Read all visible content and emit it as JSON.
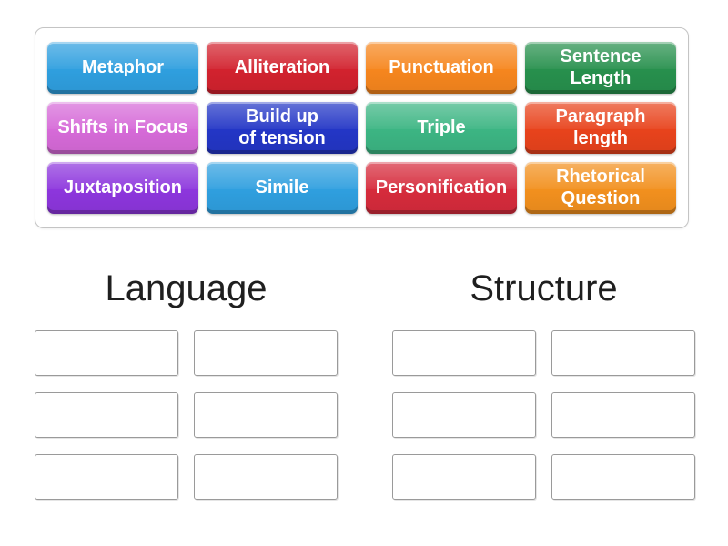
{
  "tray": {
    "tiles": [
      {
        "label": "Metaphor",
        "color": "#2f9fdf"
      },
      {
        "label": "Alliteration",
        "color": "#d2222e"
      },
      {
        "label": "Punctuation",
        "color": "#f6861e"
      },
      {
        "label": "Sentence\nLength",
        "color": "#27904d"
      },
      {
        "label": "Shifts in Focus",
        "color": "#d66ad8"
      },
      {
        "label": "Build up\nof tension",
        "color": "#2336c6"
      },
      {
        "label": "Triple",
        "color": "#3cb583"
      },
      {
        "label": "Paragraph\nlength",
        "color": "#e8431c"
      },
      {
        "label": "Juxtaposition",
        "color": "#8d36dd"
      },
      {
        "label": "Simile",
        "color": "#2f9fdf"
      },
      {
        "label": "Personification",
        "color": "#d62b3c"
      },
      {
        "label": "Rhetorical\nQuestion",
        "color": "#f2901e"
      }
    ]
  },
  "groups": [
    {
      "title": "Language",
      "slot_count": 6
    },
    {
      "title": "Structure",
      "slot_count": 6
    }
  ],
  "colors": {
    "page_bg": "#ffffff",
    "tray_border": "#c4c4c4",
    "slot_border": "#9a9a9a",
    "slot_bg": "#ffffff",
    "heading_text": "#1f1f1f",
    "tile_text": "#ffffff"
  }
}
